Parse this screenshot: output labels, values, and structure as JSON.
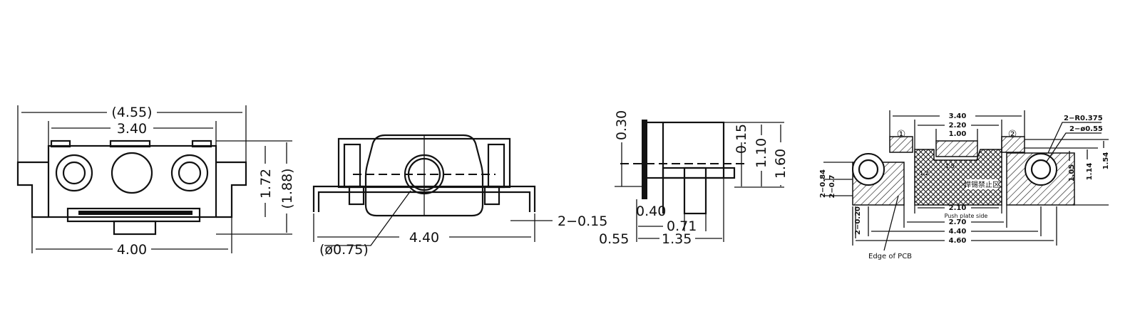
{
  "top_view": {
    "dim_overall": "(4.55)",
    "dim_body": "3.40",
    "dim_height": "1.72",
    "dim_height_total": "(1.88)",
    "dim_base": "4.00"
  },
  "front_view": {
    "dim_width": "4.40",
    "dim_hole": "(ø0.75)",
    "dim_terminal": "2−0.15"
  },
  "side_view": {
    "dim_top": "0.30",
    "dim_step": "0.15",
    "dim_body": "1.10",
    "dim_total": "1.60",
    "dim_a": "0.40",
    "dim_b": "0.71",
    "dim_c": "0.55",
    "dim_d": "1.35"
  },
  "pcb_layout": {
    "dim_340": "3.40",
    "dim_220": "2.20",
    "dim_100": "1.00",
    "radius": "2−R0.375",
    "hole": "2−ø0.55",
    "dim_105": "1.05",
    "dim_114": "1.14",
    "dim_154": "1.54",
    "dim_084": "2−0.84",
    "dim_07": "2−0.7",
    "dim_020": "2−0.20",
    "dim_210": "2.10",
    "push_plate": "Push plate side",
    "dim_270": "2.70",
    "dim_440": "4.40",
    "dim_460": "4.60",
    "edge_pcb": "Edge of PCB",
    "keepout": "焊锡禁止区",
    "pin1": "①",
    "pin2": "②",
    "small_12": "1.2",
    "small_15": "1.5"
  }
}
